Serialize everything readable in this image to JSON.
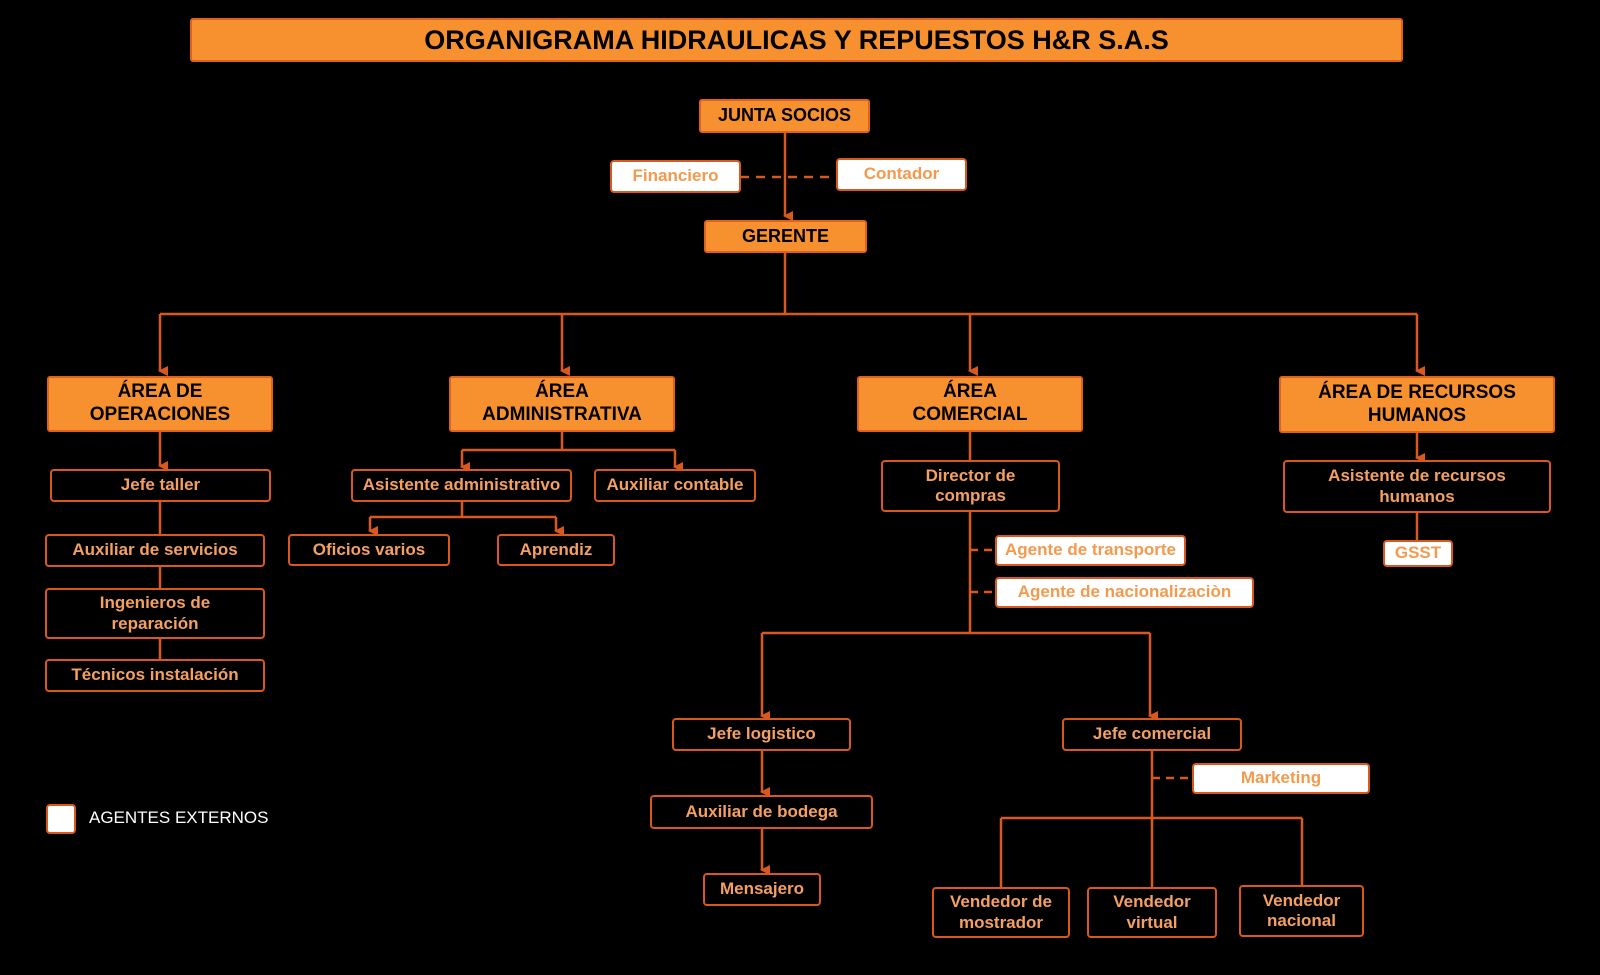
{
  "title": "ORGANIGRAMA HIDRAULICAS Y REPUESTOS H&R S.A.S",
  "colors": {
    "primary": "#f7912f",
    "line": "#d9581c",
    "text_outline": "#f4a062",
    "external_bg": "#ffffff",
    "background": "#000000"
  },
  "nodes": {
    "junta": "JUNTA SOCIOS",
    "financiero": "Financiero",
    "contador": "Contador",
    "gerente": "GERENTE",
    "area_operaciones": "ÁREA DE\nOPERACIONES",
    "area_administrativa": "ÁREA\nADMINISTRATIVA",
    "area_comercial": "ÁREA\nCOMERCIAL",
    "area_rrhh": "ÁREA DE RECURSOS\nHUMANOS",
    "jefe_taller": "Jefe taller",
    "auxiliar_servicios": "Auxiliar de servicios",
    "ingenieros": "Ingenieros de\nreparación",
    "tecnicos": "Técnicos instalación",
    "asistente_admin": "Asistente administrativo",
    "auxiliar_contable": "Auxiliar contable",
    "oficios": "Oficios varios",
    "aprendiz": "Aprendiz",
    "director_compras": "Director de\ncompras",
    "agente_transporte": "Agente de transporte",
    "agente_nacionalizacion": "Agente de nacionalizaciòn",
    "jefe_logistico": "Jefe logistico",
    "auxiliar_bodega": "Auxiliar de bodega",
    "mensajero": "Mensajero",
    "jefe_comercial": "Jefe comercial",
    "marketing": "Marketing",
    "vendedor_mostrador": "Vendedor de\nmostrador",
    "vendedor_virtual": "Vendedor\nvirtual",
    "vendedor_nacional": "Vendedor\nnacional",
    "asistente_rrhh": "Asistente de recursos\nhumanos",
    "gsst": "GSST"
  },
  "legend": {
    "label": "AGENTES EXTERNOS"
  }
}
